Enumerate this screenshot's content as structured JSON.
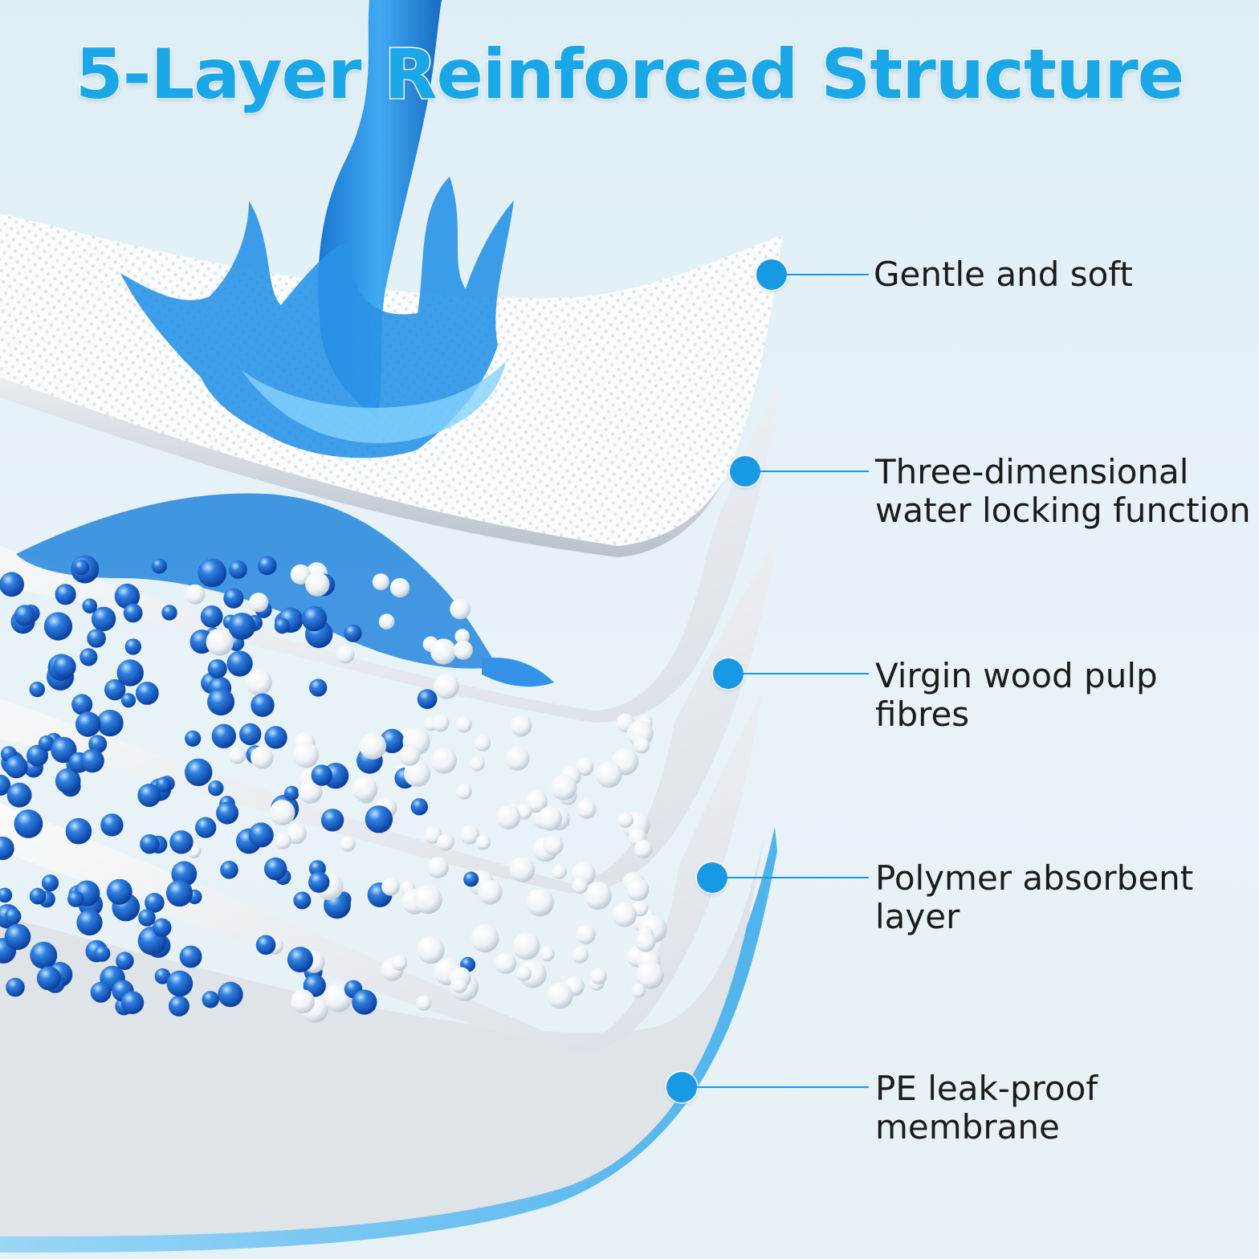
{
  "title": "5-Layer Reinforced Structure",
  "colors": {
    "accent": "#1799e3",
    "title": "#1aa7e8",
    "water": "#1a8fe0",
    "bead_blue": "#1f63c9",
    "bead_white": "#f7fafc",
    "membrane": "#6fc2ef",
    "sheet": "#f6f8fa"
  },
  "layers": [
    {
      "line1": "Gentle and soft",
      "line2": ""
    },
    {
      "line1": "Three-dimensional",
      "line2": "water locking function"
    },
    {
      "line1": "Virgin wood pulp",
      "line2": "fibres"
    },
    {
      "line1": "Polymer absorbent",
      "line2": "layer"
    },
    {
      "line1": "PE leak-proof",
      "line2": "membrane"
    }
  ]
}
